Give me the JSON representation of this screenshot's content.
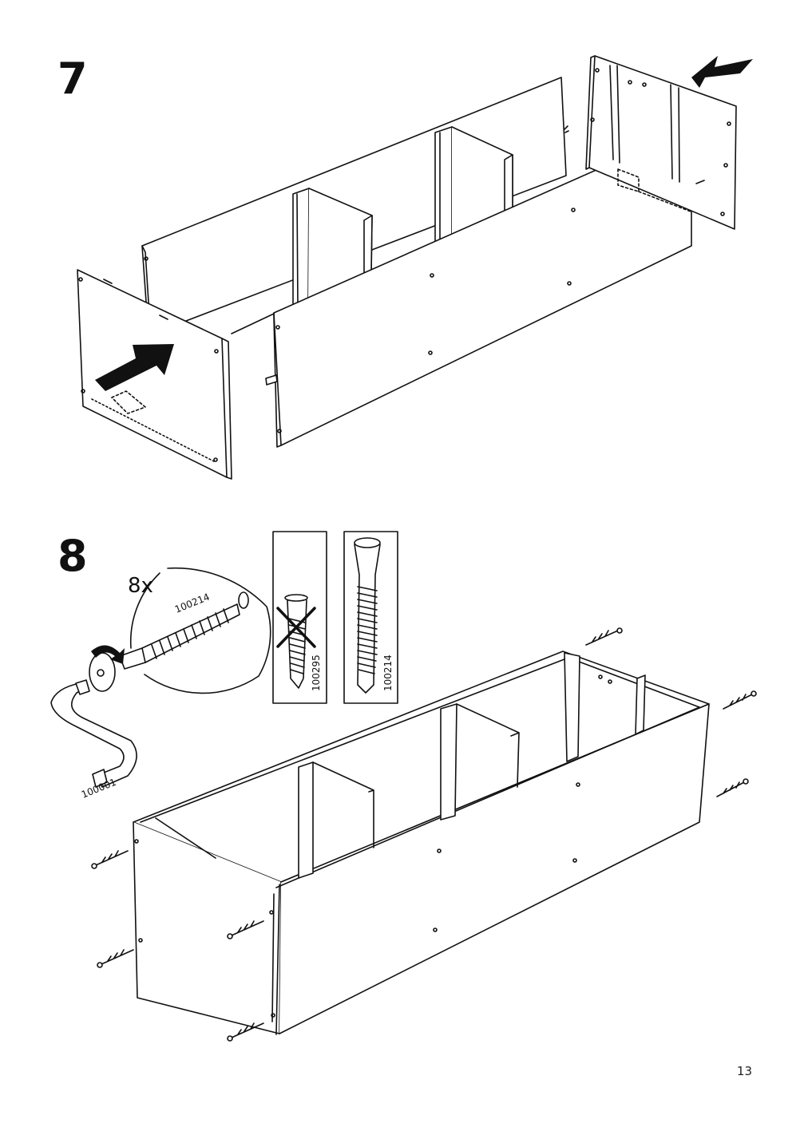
{
  "steps": [
    {
      "number": "7"
    },
    {
      "number": "8",
      "quantity": "8x",
      "screw_part": "100214",
      "tool_part": "100001",
      "reference": [
        {
          "part": "100295",
          "correct": false
        },
        {
          "part": "100214",
          "correct": true
        }
      ]
    }
  ],
  "icons": {
    "arrow": "push-arrow-icon",
    "cross": "cross-out-icon",
    "rotate": "clockwise-rotate-icon"
  },
  "page_number": "13"
}
